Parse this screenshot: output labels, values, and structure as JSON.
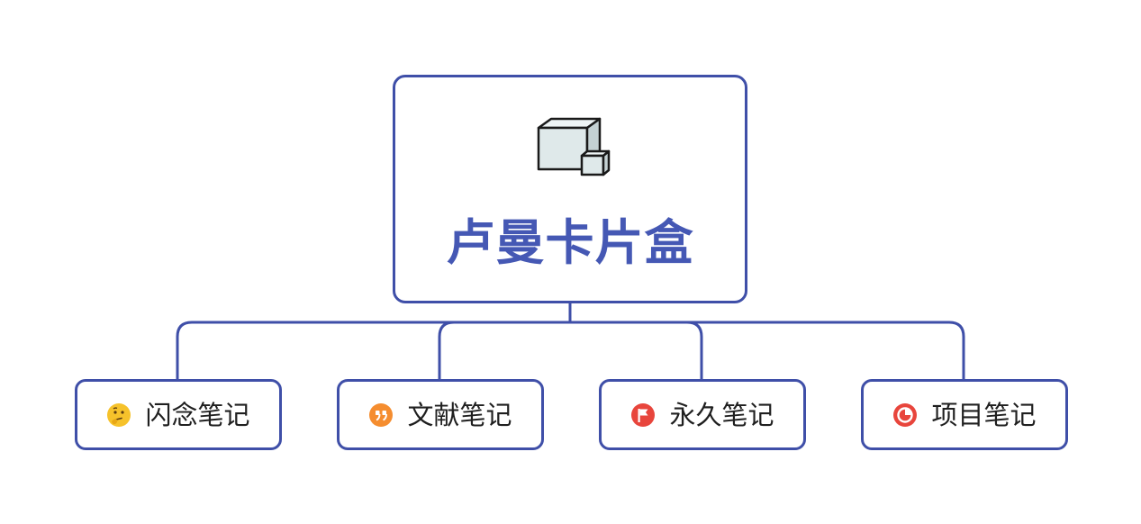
{
  "diagram": {
    "type": "tree",
    "root": {
      "title": "卢曼卡片盒",
      "icon": "cube-icon"
    },
    "children": [
      {
        "label": "闪念笔记",
        "icon": "thinking-face-icon",
        "color": "#f6c22b"
      },
      {
        "label": "文献笔记",
        "icon": "quote-icon",
        "color": "#f58d2f"
      },
      {
        "label": "永久笔记",
        "icon": "flag-icon",
        "color": "#e8453c"
      },
      {
        "label": "项目笔记",
        "icon": "pie-chart-icon",
        "color": "#e8453c"
      }
    ]
  },
  "colors": {
    "border": "#3f4fa8",
    "title": "#4558b4",
    "background": "#ffffff"
  }
}
